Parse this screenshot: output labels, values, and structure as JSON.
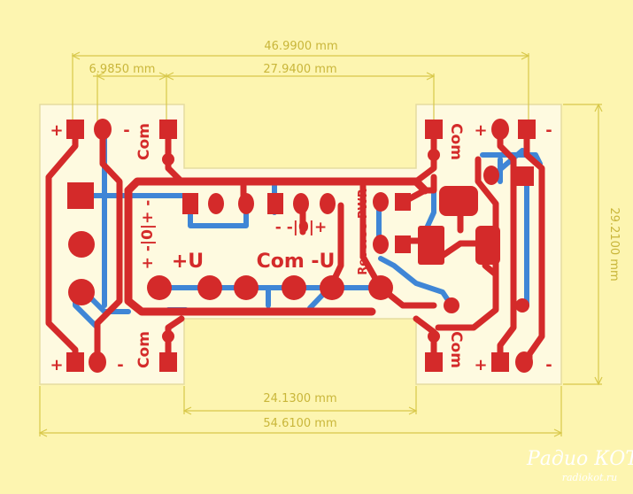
{
  "dimensions": {
    "d1": "46.9900 mm",
    "d2": "6.9850 mm",
    "d3": "27.9400 mm",
    "d4": "29.2100 mm",
    "d5": "24.1300 mm",
    "d6": "54.6100 mm"
  },
  "silkscreen": {
    "plus": "+",
    "minus": "-",
    "com": "Com",
    "switch_left": "+ -|0|+ -",
    "switch_right": "- -|0|+",
    "plus_u": "+U",
    "com_minus_u": "Com -U",
    "reverse_pwr": "Reverse PWR"
  },
  "watermark": {
    "logo": "Радио КОТ",
    "site": "radiokot.ru"
  },
  "colors": {
    "background": "#fdf5b0",
    "board": "#fefae0",
    "copper_top": "#d42a2a",
    "copper_bottom": "#3f86d6",
    "dimension": "#d8c84a"
  }
}
